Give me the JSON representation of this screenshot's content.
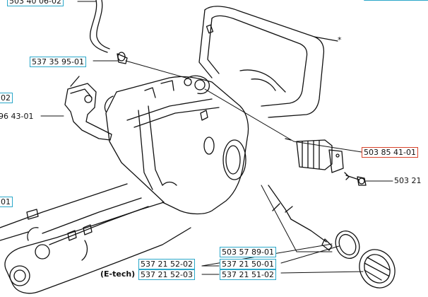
{
  "labels": {
    "tube_top": "503 40 06-02",
    "fitting": "537 35 95-01",
    "edge_02": "02",
    "bracket": "96 43-01",
    "edge_01": "01",
    "spring": "503 85 41-01",
    "screw": "503 21",
    "pickup": "503 57 89-01",
    "ring": "537 21 50-01",
    "cap": "537 21 51-02",
    "left_a": "537 21 52-02",
    "left_b": "537 21 52-03",
    "etech": "(E-tech)",
    "asterisk": "*"
  },
  "colors": {
    "box_blue": "#2aa7c9",
    "box_red": "#d9442b"
  }
}
